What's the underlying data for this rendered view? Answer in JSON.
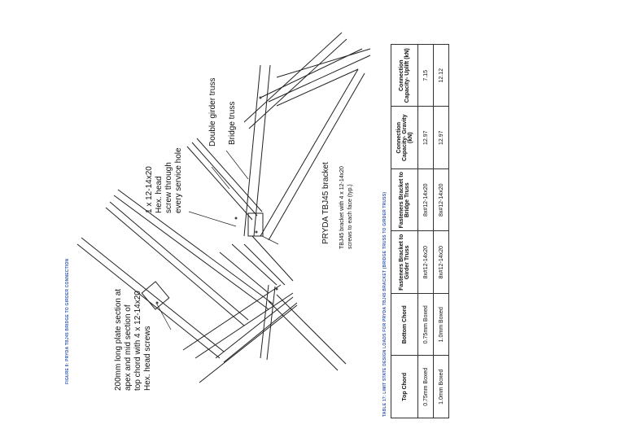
{
  "figure": {
    "caption": "FIGURE 8: PRYDA TBJ45 BRIDGE TO GIRDER CONNECTION"
  },
  "drawing": {
    "annotations": [
      {
        "lines": [
          "200mm long plate section at",
          "apex and mid section of",
          "top chord with 4 x 12-14x20",
          "Hex. head screws"
        ]
      },
      {
        "lines": [
          "1 x 12-14x20",
          "Hex. head",
          "screw through",
          "every service hole"
        ]
      },
      {
        "lines": [
          "Double girder truss"
        ]
      },
      {
        "lines": [
          "Bridge truss"
        ]
      },
      {
        "lines": [
          "PRYDA TBJ45 bracket"
        ]
      },
      {
        "lines": [
          "TBJ45 bracket with 4 x 12-14x20",
          "screws to each face (typ.)"
        ]
      }
    ]
  },
  "table": {
    "caption": "TABLE 17: LIMIT STATE DESIGN LOADS FOR PRYDA TBJ45 BRACKET (BRIDGE TRUSS TO GIRDER TRUSS)",
    "headers": [
      "Top Chord",
      "Bottom Chord",
      "Fasteners Bracket to Girder Truss",
      "Fasteners Bracket to Bridge Truss",
      "Connection Capacity- Gravity (kN)",
      "Connection Capacity- Uplift (kN)"
    ],
    "rows": [
      [
        "0.75mm Boxed",
        "0.75mm Boxed",
        "8x#12-14x20",
        "8x#12-14x20",
        "12.97",
        "7.15"
      ],
      [
        "1.0mm Boxed",
        "1.0mm Boxed",
        "8x#12-14x20",
        "8x#12-14x20",
        "12.97",
        "12.12"
      ]
    ]
  }
}
